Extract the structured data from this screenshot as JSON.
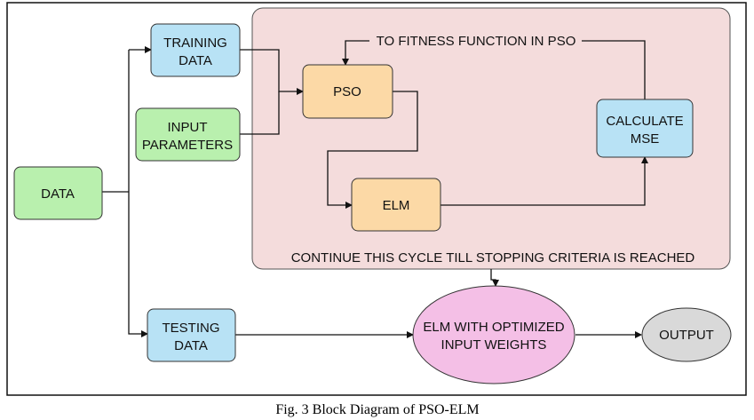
{
  "colors": {
    "green": "#b9f0ae",
    "blue": "#b8e2f5",
    "orange": "#fcd9a6",
    "pink": "#f4dcdc",
    "magenta": "#f4bfe6",
    "gray": "#d9d9d9"
  },
  "nodes": {
    "data": [
      "DATA"
    ],
    "training_data": [
      "TRAINING",
      "DATA"
    ],
    "input_parameters": [
      "INPUT",
      "PARAMETERS"
    ],
    "pso": [
      "PSO"
    ],
    "elm": [
      "ELM"
    ],
    "calculate_mse": [
      "CALCULATE",
      "MSE"
    ],
    "testing_data": [
      "TESTING",
      "DATA"
    ],
    "elm_optimized": [
      "ELM WITH OPTIMIZED",
      "INPUT WEIGHTS"
    ],
    "output": [
      "OUTPUT"
    ]
  },
  "labels": {
    "feedback": "TO FITNESS FUNCTION IN PSO",
    "cycle": "CONTINUE THIS CYCLE TILL STOPPING CRITERIA IS REACHED"
  },
  "caption": "Fig. 3 Block Diagram of PSO-ELM"
}
